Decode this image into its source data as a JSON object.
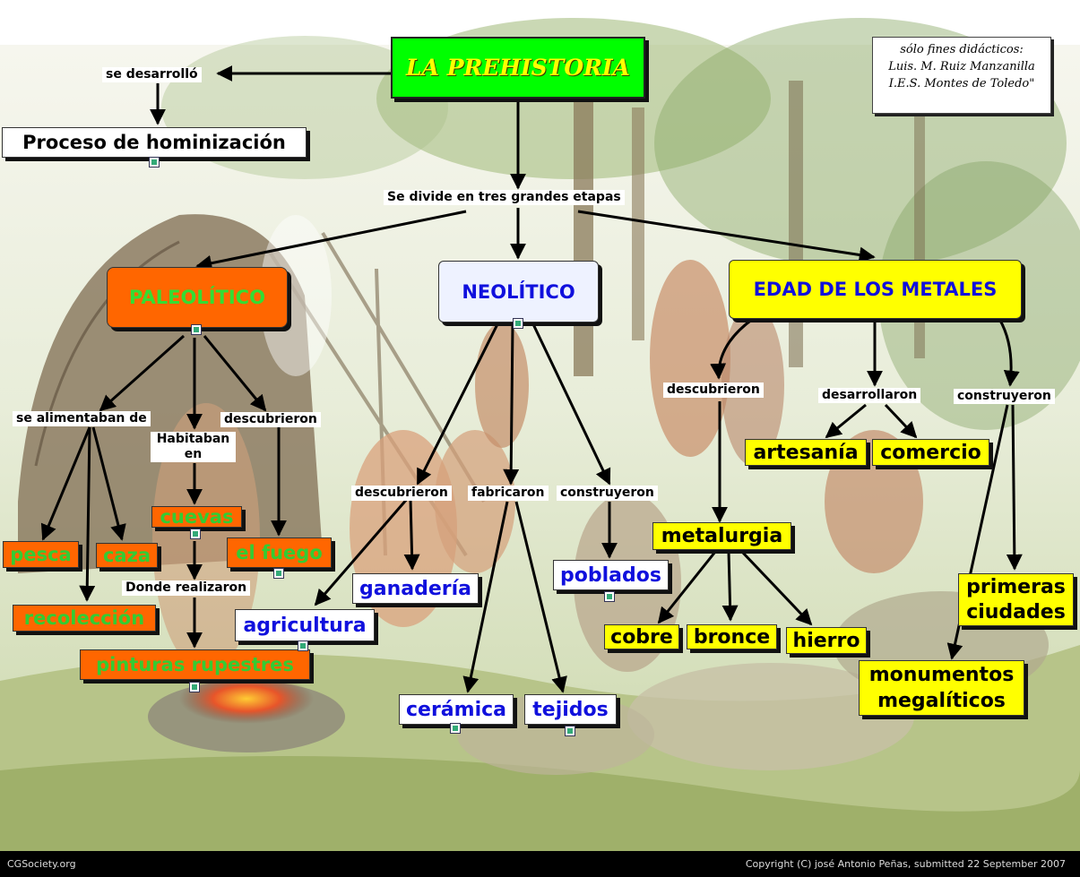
{
  "title": "LA PREHISTORIA",
  "credit": [
    "sólo fines didácticos:",
    "Luis. M. Ruiz Manzanilla",
    "I.E.S. Montes de Toledo\""
  ],
  "labels": {
    "se_desarrollo": "se desarrolló",
    "se_divide": "Se divide en tres grandes etapas",
    "se_alimentaban": "se alimentaban de",
    "habitaban": "Habitaban\nen",
    "descubrieron_paleo": "descubrieron",
    "donde_realizaron": "Donde realizaron",
    "descubrieron_neo": "descubrieron",
    "fabricaron": "fabricaron",
    "construyeron_neo": "construyeron",
    "descubrieron_metal": "descubrieron",
    "desarrollaron": "desarrollaron",
    "construyeron_metal": "construyeron"
  },
  "nodes": {
    "proceso": "Proceso de hominización",
    "paleolitico": "PALEOLÍTICO",
    "neolitico": "NEOLÍTICO",
    "metales": "EDAD DE LOS METALES",
    "pesca": "pesca",
    "caza": "caza",
    "recoleccion": "recolección",
    "cuevas": "cuevas",
    "fuego": "el fuego",
    "pinturas": "pinturas rupestres",
    "ganaderia": "ganadería",
    "agricultura": "agricultura",
    "ceramica": "cerámica",
    "tejidos": "tejidos",
    "poblados": "poblados",
    "artesania": "artesanía",
    "comercio": "comercio",
    "metalurgia": "metalurgia",
    "cobre": "cobre",
    "bronce": "bronce",
    "hierro": "hierro",
    "primeras_ciudades": "primeras\nciudades",
    "monumentos": "monumentos\nmegalíticos"
  },
  "footer": {
    "site": "CGSociety.org",
    "copyright": "Copyright (C) josé Antonio Peñas, submitted 22 September 2007"
  },
  "colors": {
    "title_bg": "#00ff00",
    "paleolithic": "#ff6600",
    "metals": "#ffff00",
    "neolithic_text": "#1010dd"
  }
}
